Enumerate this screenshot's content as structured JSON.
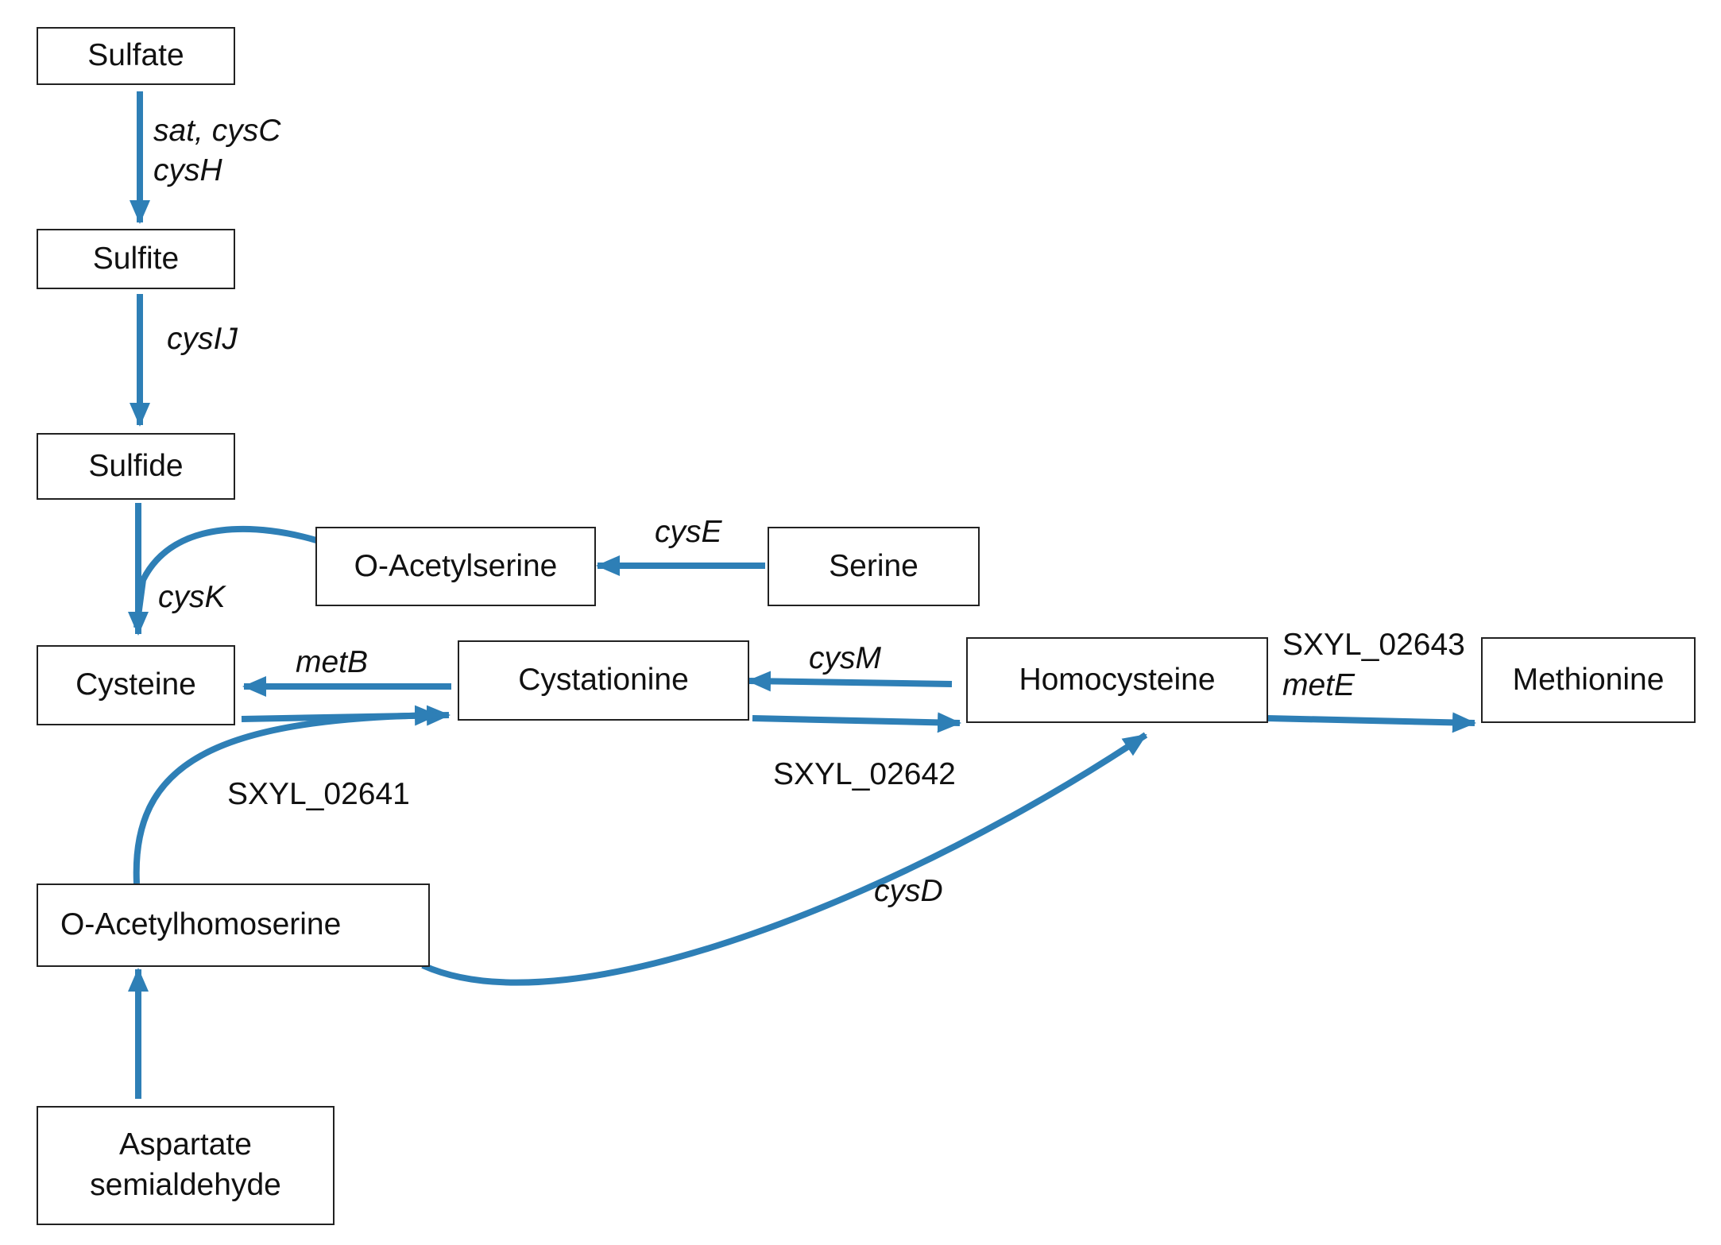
{
  "colors": {
    "arrow": "#2e7fb6",
    "box_border": "#222222",
    "text": "#111111"
  },
  "nodes": {
    "sulfate": "Sulfate",
    "sulfite": "Sulfite",
    "sulfide": "Sulfide",
    "o_acetylserine": "O-Acetylserine",
    "serine": "Serine",
    "cysteine": "Cysteine",
    "cystationine": "Cystationine",
    "homocysteine": "Homocysteine",
    "methionine": "Methionine",
    "o_acetylhomoserine": "O-Acetylhomoserine",
    "aspartate_semialdehyde": "Aspartate\nsemialdehyde"
  },
  "enzymes": {
    "sat_cysc": "sat, cysC",
    "cysh": "cysH",
    "cysij": "cysIJ",
    "cysk": "cysK",
    "cyse": "cysE",
    "metb": "metB",
    "cysm": "cysM",
    "sxyl_02643": "SXYL_02643",
    "mete": "metE",
    "sxyl_02641": "SXYL_02641",
    "sxyl_02642": "SXYL_02642",
    "cysd": "cysD"
  }
}
